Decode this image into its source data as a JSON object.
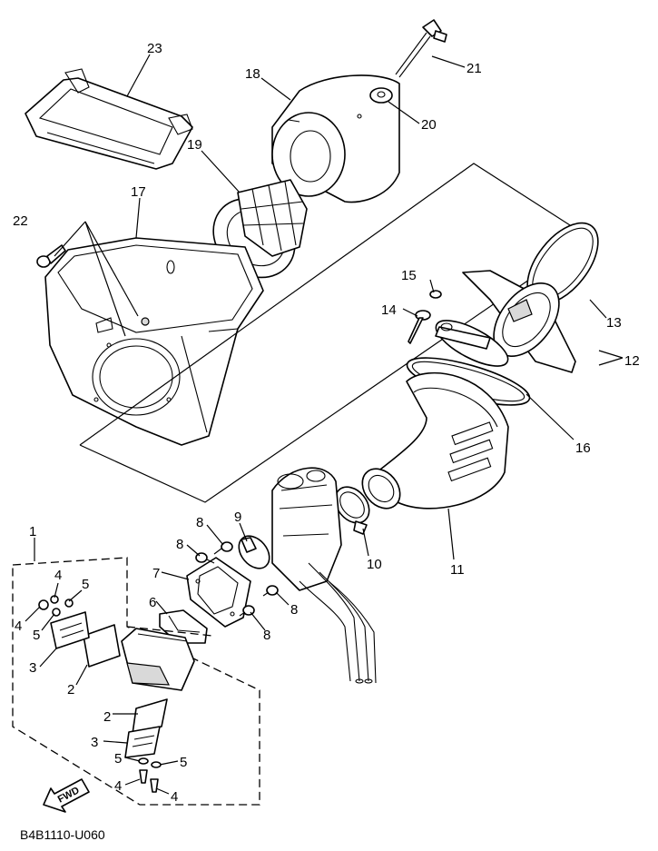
{
  "diagram_code": "B4B1110-U060",
  "fwd_label": "FWD",
  "callouts": [
    {
      "id": "c23",
      "text": "23"
    },
    {
      "id": "c18",
      "text": "18"
    },
    {
      "id": "c21",
      "text": "21"
    },
    {
      "id": "c20",
      "text": "20"
    },
    {
      "id": "c19",
      "text": "19"
    },
    {
      "id": "c17",
      "text": "17"
    },
    {
      "id": "c22",
      "text": "22"
    },
    {
      "id": "c15",
      "text": "15"
    },
    {
      "id": "c14",
      "text": "14"
    },
    {
      "id": "c13",
      "text": "13"
    },
    {
      "id": "c12",
      "text": "12"
    },
    {
      "id": "c16",
      "text": "16"
    },
    {
      "id": "c11",
      "text": "11"
    },
    {
      "id": "c10",
      "text": "10"
    },
    {
      "id": "c9",
      "text": "9"
    },
    {
      "id": "c8a",
      "text": "8"
    },
    {
      "id": "c8b",
      "text": "8"
    },
    {
      "id": "c8c",
      "text": "8"
    },
    {
      "id": "c8d",
      "text": "8"
    },
    {
      "id": "c7",
      "text": "7"
    },
    {
      "id": "c6",
      "text": "6"
    },
    {
      "id": "c1",
      "text": "1"
    },
    {
      "id": "c4a",
      "text": "4"
    },
    {
      "id": "c5a",
      "text": "5"
    },
    {
      "id": "c4b",
      "text": "4"
    },
    {
      "id": "c5b",
      "text": "5"
    },
    {
      "id": "c3a",
      "text": "3"
    },
    {
      "id": "c2a",
      "text": "2"
    },
    {
      "id": "c2b",
      "text": "2"
    },
    {
      "id": "c3b",
      "text": "3"
    },
    {
      "id": "c5c",
      "text": "5"
    },
    {
      "id": "c5d",
      "text": "5"
    },
    {
      "id": "c4c",
      "text": "4"
    },
    {
      "id": "c4d",
      "text": "4"
    }
  ]
}
